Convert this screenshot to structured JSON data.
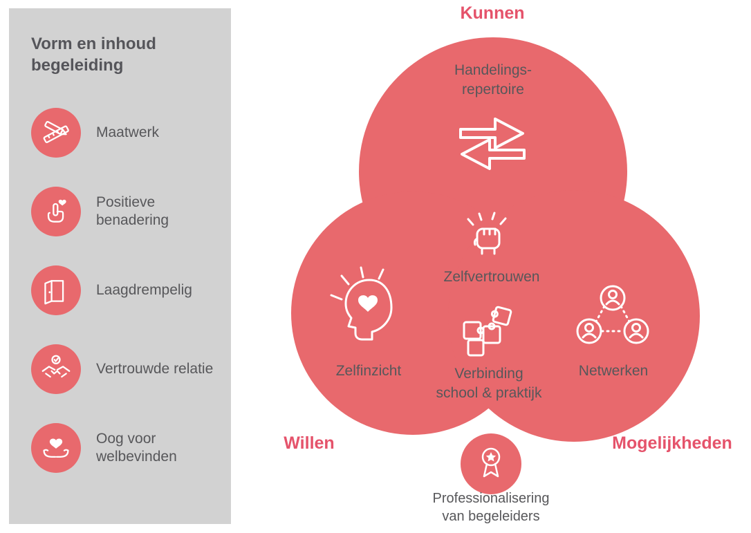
{
  "colors": {
    "pink": "#E8696D",
    "pink_label": "#E5536B",
    "sidebar_bg": "#D2D2D2",
    "text": "#57575A",
    "icon": "#FFFFFF"
  },
  "sidebar": {
    "title": "Vorm en inhoud begeleiding",
    "items": [
      {
        "label": "Maatwerk",
        "icon": "pencil-ruler-icon"
      },
      {
        "label": "Positieve benadering",
        "icon": "pointing-hand-heart-icon"
      },
      {
        "label": "Laagdrempelig",
        "icon": "open-door-icon"
      },
      {
        "label": "Vertrouwde relatie",
        "icon": "handshake-check-icon"
      },
      {
        "label": "Oog voor welbevinden",
        "icon": "hands-holding-heart-icon"
      }
    ]
  },
  "venn": {
    "outer_labels": {
      "top": "Kunnen",
      "bottom_left": "Willen",
      "bottom_right": "Mogelijkheden"
    },
    "top_item": {
      "line1": "Handelings-",
      "line2": "repertoire",
      "icon": "double-arrows-icon"
    },
    "center_item": {
      "label": "Zelfvertrouwen",
      "icon": "raised-fist-icon"
    },
    "left_item": {
      "label": "Zelfinzicht",
      "icon": "head-heart-icon"
    },
    "middle_bottom_item": {
      "line1": "Verbinding",
      "line2": "school & praktijk",
      "icon": "puzzle-icon"
    },
    "right_item": {
      "label": "Netwerken",
      "icon": "people-network-icon"
    }
  },
  "footer": {
    "line1": "Professionalisering",
    "line2": "van begeleiders",
    "icon": "medal-icon"
  }
}
